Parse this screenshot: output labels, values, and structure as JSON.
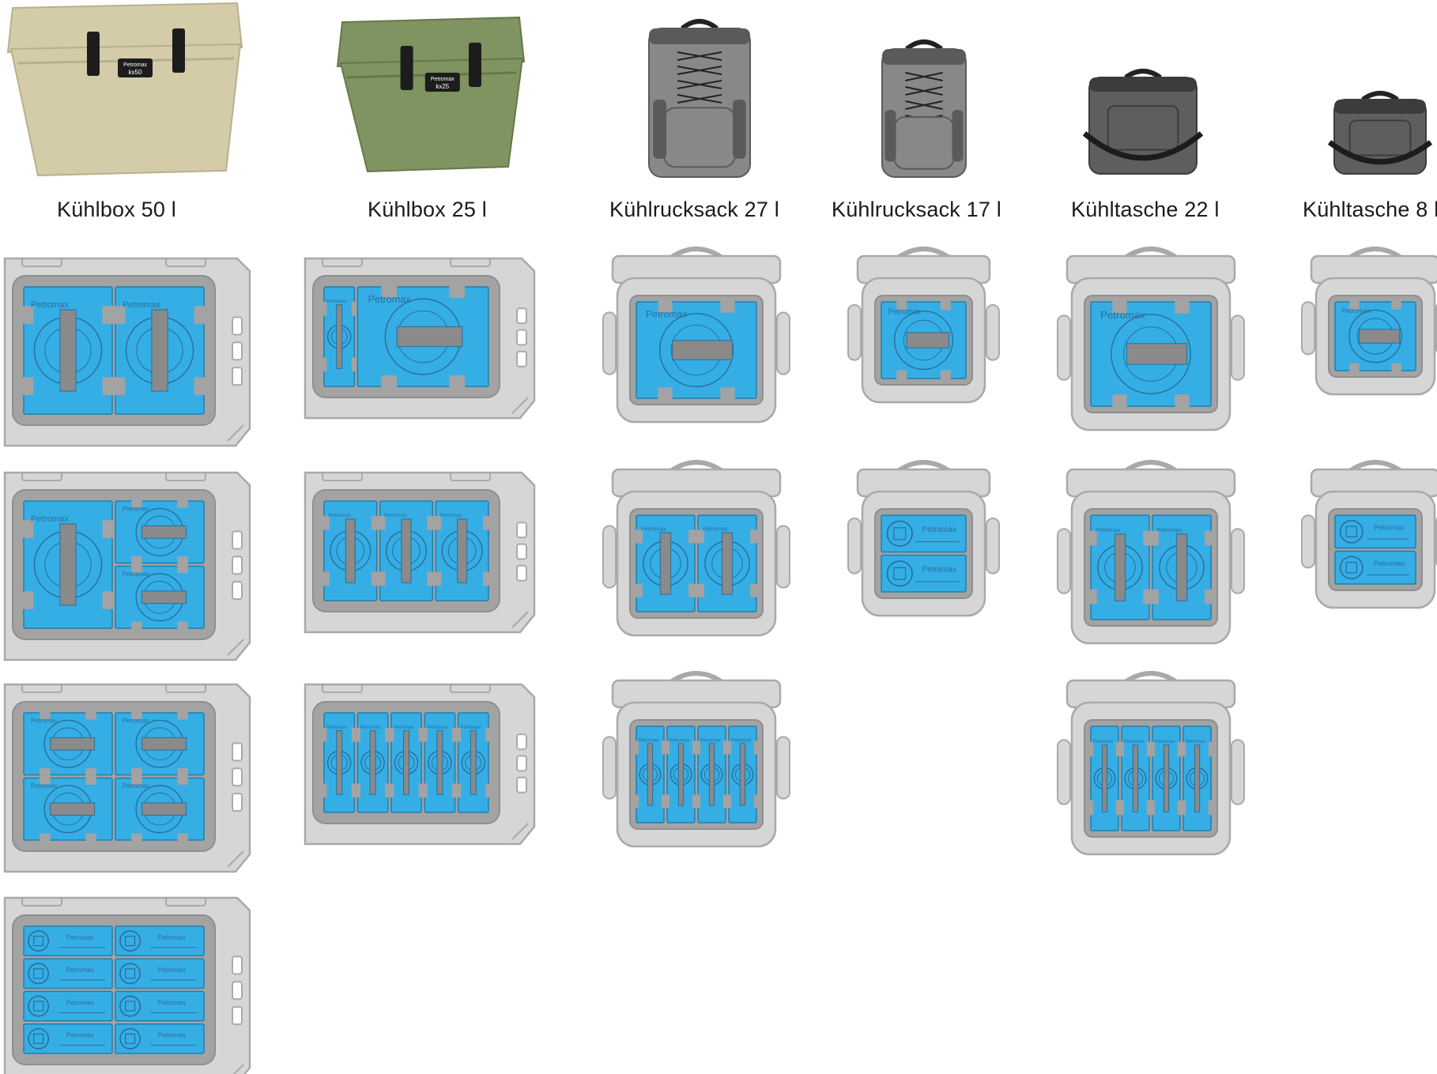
{
  "products": [
    {
      "id": "kuehlbox-50",
      "kind": "hardbox",
      "label": "Kühlbox 50 l",
      "badge_model": "kx50",
      "badge_brand": "Petromax",
      "body_color": "#d4cca8",
      "body_shade": "#b9b08b",
      "layouts": [
        {
          "packs": [
            {
              "r": 0,
              "c": 0,
              "rs": 1,
              "cs": 1,
              "o": "v"
            },
            {
              "r": 0,
              "c": 1,
              "rs": 1,
              "cs": 1,
              "o": "v"
            }
          ],
          "rows": 1,
          "cols": 2,
          "brand": "Petromax"
        },
        {
          "packs": [
            {
              "r": 0,
              "c": 0,
              "rs": 2,
              "cs": 1,
              "o": "v"
            },
            {
              "r": 0,
              "c": 1,
              "rs": 1,
              "cs": 1,
              "o": "h"
            },
            {
              "r": 1,
              "c": 1,
              "rs": 1,
              "cs": 1,
              "o": "h"
            }
          ],
          "rows": 2,
          "cols": 2,
          "brand": "Petromax"
        },
        {
          "packs": [
            {
              "r": 0,
              "c": 0,
              "rs": 1,
              "cs": 1,
              "o": "h"
            },
            {
              "r": 0,
              "c": 1,
              "rs": 1,
              "cs": 1,
              "o": "h"
            },
            {
              "r": 1,
              "c": 0,
              "rs": 1,
              "cs": 1,
              "o": "h"
            },
            {
              "r": 1,
              "c": 1,
              "rs": 1,
              "cs": 1,
              "o": "h"
            }
          ],
          "rows": 2,
          "cols": 2,
          "brand": "Petromax"
        },
        {
          "packs": [
            {
              "r": 0,
              "c": 0,
              "rs": 1,
              "cs": 1,
              "o": "s"
            },
            {
              "r": 0,
              "c": 1,
              "rs": 1,
              "cs": 1,
              "o": "s"
            },
            {
              "r": 1,
              "c": 0,
              "rs": 1,
              "cs": 1,
              "o": "s"
            },
            {
              "r": 1,
              "c": 1,
              "rs": 1,
              "cs": 1,
              "o": "s"
            },
            {
              "r": 2,
              "c": 0,
              "rs": 1,
              "cs": 1,
              "o": "s"
            },
            {
              "r": 2,
              "c": 1,
              "rs": 1,
              "cs": 1,
              "o": "s"
            },
            {
              "r": 3,
              "c": 0,
              "rs": 1,
              "cs": 1,
              "o": "s"
            },
            {
              "r": 3,
              "c": 1,
              "rs": 1,
              "cs": 1,
              "o": "s"
            }
          ],
          "rows": 4,
          "cols": 2,
          "brand": "Petromax"
        }
      ]
    },
    {
      "id": "kuehlbox-25",
      "kind": "hardbox",
      "label": "Kühlbox 25 l",
      "badge_model": "kx25",
      "badge_brand": "Petromax",
      "body_color": "#7f9460",
      "body_shade": "#66784b",
      "layouts": [
        {
          "packs": [
            {
              "r": 0,
              "c": 0,
              "rs": 1,
              "cs": 1,
              "o": "v"
            },
            {
              "r": 0,
              "c": 1,
              "rs": 1,
              "cs": 4,
              "o": "h"
            }
          ],
          "rows": 1,
          "cols": 5,
          "brand": "Petromax"
        },
        {
          "packs": [
            {
              "r": 0,
              "c": 0,
              "rs": 1,
              "cs": 1,
              "o": "v"
            },
            {
              "r": 0,
              "c": 1,
              "rs": 1,
              "cs": 1,
              "o": "v"
            },
            {
              "r": 0,
              "c": 2,
              "rs": 1,
              "cs": 1,
              "o": "v"
            }
          ],
          "rows": 1,
          "cols": 3,
          "brand": "Petromax"
        },
        {
          "packs": [
            {
              "r": 0,
              "c": 0,
              "rs": 1,
              "cs": 1,
              "o": "v"
            },
            {
              "r": 0,
              "c": 1,
              "rs": 1,
              "cs": 1,
              "o": "v"
            },
            {
              "r": 0,
              "c": 2,
              "rs": 1,
              "cs": 1,
              "o": "v"
            },
            {
              "r": 0,
              "c": 3,
              "rs": 1,
              "cs": 1,
              "o": "v"
            },
            {
              "r": 0,
              "c": 4,
              "rs": 1,
              "cs": 1,
              "o": "v"
            }
          ],
          "rows": 1,
          "cols": 5,
          "brand": "Petromax"
        }
      ]
    },
    {
      "id": "kuehlrucksack-27",
      "kind": "backpack",
      "label": "Kühlrucksack 27 l",
      "body_color": "#8a8886",
      "body_shade": "#5c5a58",
      "layouts": [
        {
          "packs": [
            {
              "r": 0,
              "c": 0,
              "rs": 1,
              "cs": 1,
              "o": "h"
            }
          ],
          "rows": 1,
          "cols": 1,
          "brand": "Petromax"
        },
        {
          "packs": [
            {
              "r": 0,
              "c": 0,
              "rs": 1,
              "cs": 1,
              "o": "v"
            },
            {
              "r": 0,
              "c": 1,
              "rs": 1,
              "cs": 1,
              "o": "v"
            }
          ],
          "rows": 1,
          "cols": 2,
          "brand": "Petromax"
        },
        {
          "packs": [
            {
              "r": 0,
              "c": 0,
              "rs": 1,
              "cs": 1,
              "o": "v"
            },
            {
              "r": 0,
              "c": 1,
              "rs": 1,
              "cs": 1,
              "o": "v"
            },
            {
              "r": 0,
              "c": 2,
              "rs": 1,
              "cs": 1,
              "o": "v"
            },
            {
              "r": 0,
              "c": 3,
              "rs": 1,
              "cs": 1,
              "o": "v"
            }
          ],
          "rows": 1,
          "cols": 4,
          "brand": "Petromax"
        }
      ]
    },
    {
      "id": "kuehlrucksack-17",
      "kind": "backpack-small",
      "label": "Kühlrucksack 17 l",
      "body_color": "#8a8886",
      "body_shade": "#5c5a58",
      "layouts": [
        {
          "packs": [
            {
              "r": 0,
              "c": 0,
              "rs": 1,
              "cs": 1,
              "o": "h"
            }
          ],
          "rows": 1,
          "cols": 1,
          "brand": "Petromax"
        },
        {
          "packs": [
            {
              "r": 0,
              "c": 0,
              "rs": 1,
              "cs": 1,
              "o": "s"
            },
            {
              "r": 1,
              "c": 0,
              "rs": 1,
              "cs": 1,
              "o": "s"
            }
          ],
          "rows": 2,
          "cols": 1,
          "brand": "Petromax"
        }
      ]
    },
    {
      "id": "kuehltasche-22",
      "kind": "bag",
      "label": "Kühltasche 22 l",
      "body_color": "#5e5e5e",
      "body_shade": "#3c3c3c",
      "layouts": [
        {
          "packs": [
            {
              "r": 0,
              "c": 0,
              "rs": 1,
              "cs": 1,
              "o": "h"
            }
          ],
          "rows": 1,
          "cols": 1,
          "brand": "Petromax"
        },
        {
          "packs": [
            {
              "r": 0,
              "c": 0,
              "rs": 1,
              "cs": 1,
              "o": "v"
            },
            {
              "r": 0,
              "c": 1,
              "rs": 1,
              "cs": 1,
              "o": "v"
            }
          ],
          "rows": 1,
          "cols": 2,
          "brand": "Petromax"
        },
        {
          "packs": [
            {
              "r": 0,
              "c": 0,
              "rs": 1,
              "cs": 1,
              "o": "v"
            },
            {
              "r": 0,
              "c": 1,
              "rs": 1,
              "cs": 1,
              "o": "v"
            },
            {
              "r": 0,
              "c": 2,
              "rs": 1,
              "cs": 1,
              "o": "v"
            },
            {
              "r": 0,
              "c": 3,
              "rs": 1,
              "cs": 1,
              "o": "v"
            }
          ],
          "rows": 1,
          "cols": 4,
          "brand": "Petromax"
        }
      ]
    },
    {
      "id": "kuehltasche-8",
      "kind": "bag-small",
      "label": "Kühltasche 8 l",
      "body_color": "#5e5e5e",
      "body_shade": "#3c3c3c",
      "layouts": [
        {
          "packs": [
            {
              "r": 0,
              "c": 0,
              "rs": 1,
              "cs": 1,
              "o": "h"
            }
          ],
          "rows": 1,
          "cols": 1,
          "brand": "Petromax"
        },
        {
          "packs": [
            {
              "r": 0,
              "c": 0,
              "rs": 1,
              "cs": 1,
              "o": "s"
            },
            {
              "r": 1,
              "c": 0,
              "rs": 1,
              "cs": 1,
              "o": "s"
            }
          ],
          "rows": 2,
          "cols": 1,
          "brand": "Petromax"
        }
      ]
    }
  ],
  "colors": {
    "pack_fill": "#35aee6",
    "pack_stroke": "#1f7fae",
    "pack_detail": "#2a6e96",
    "container_outer": "#d6d6d6",
    "container_stroke": "#a9a9a9",
    "container_inner": "#a3a3a3",
    "background": "#ffffff"
  }
}
